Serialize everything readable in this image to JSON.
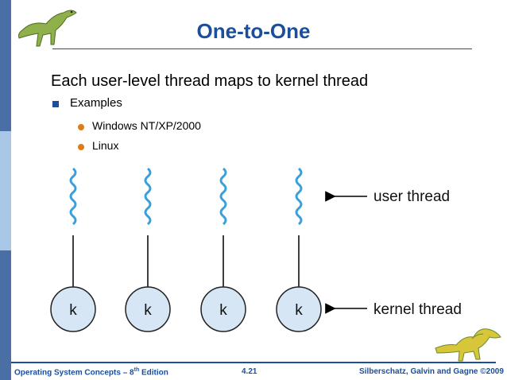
{
  "slide": {
    "title": "One-to-One",
    "main_point": "Each user-level thread maps to kernel thread",
    "examples_label": "Examples",
    "examples": [
      "Windows NT/XP/2000",
      "Linux"
    ]
  },
  "diagram": {
    "kernel_label": "k",
    "user_thread_label": "user thread",
    "kernel_thread_label": "kernel thread",
    "thread_count": 4
  },
  "footer": {
    "left_prefix": "Operating System Concepts – 8",
    "left_sup": "th",
    "left_suffix": " Edition",
    "center": "4.21",
    "right": "Silberschatz, Galvin and Gagne ©2009"
  },
  "colors": {
    "title": "#1b4e9b",
    "wave": "#3aa0dc",
    "bullet": "#e07b16",
    "kernel_fill": "#d6e6f4"
  },
  "icons": [
    "dinosaur-top-icon",
    "dinosaur-bottom-icon"
  ]
}
